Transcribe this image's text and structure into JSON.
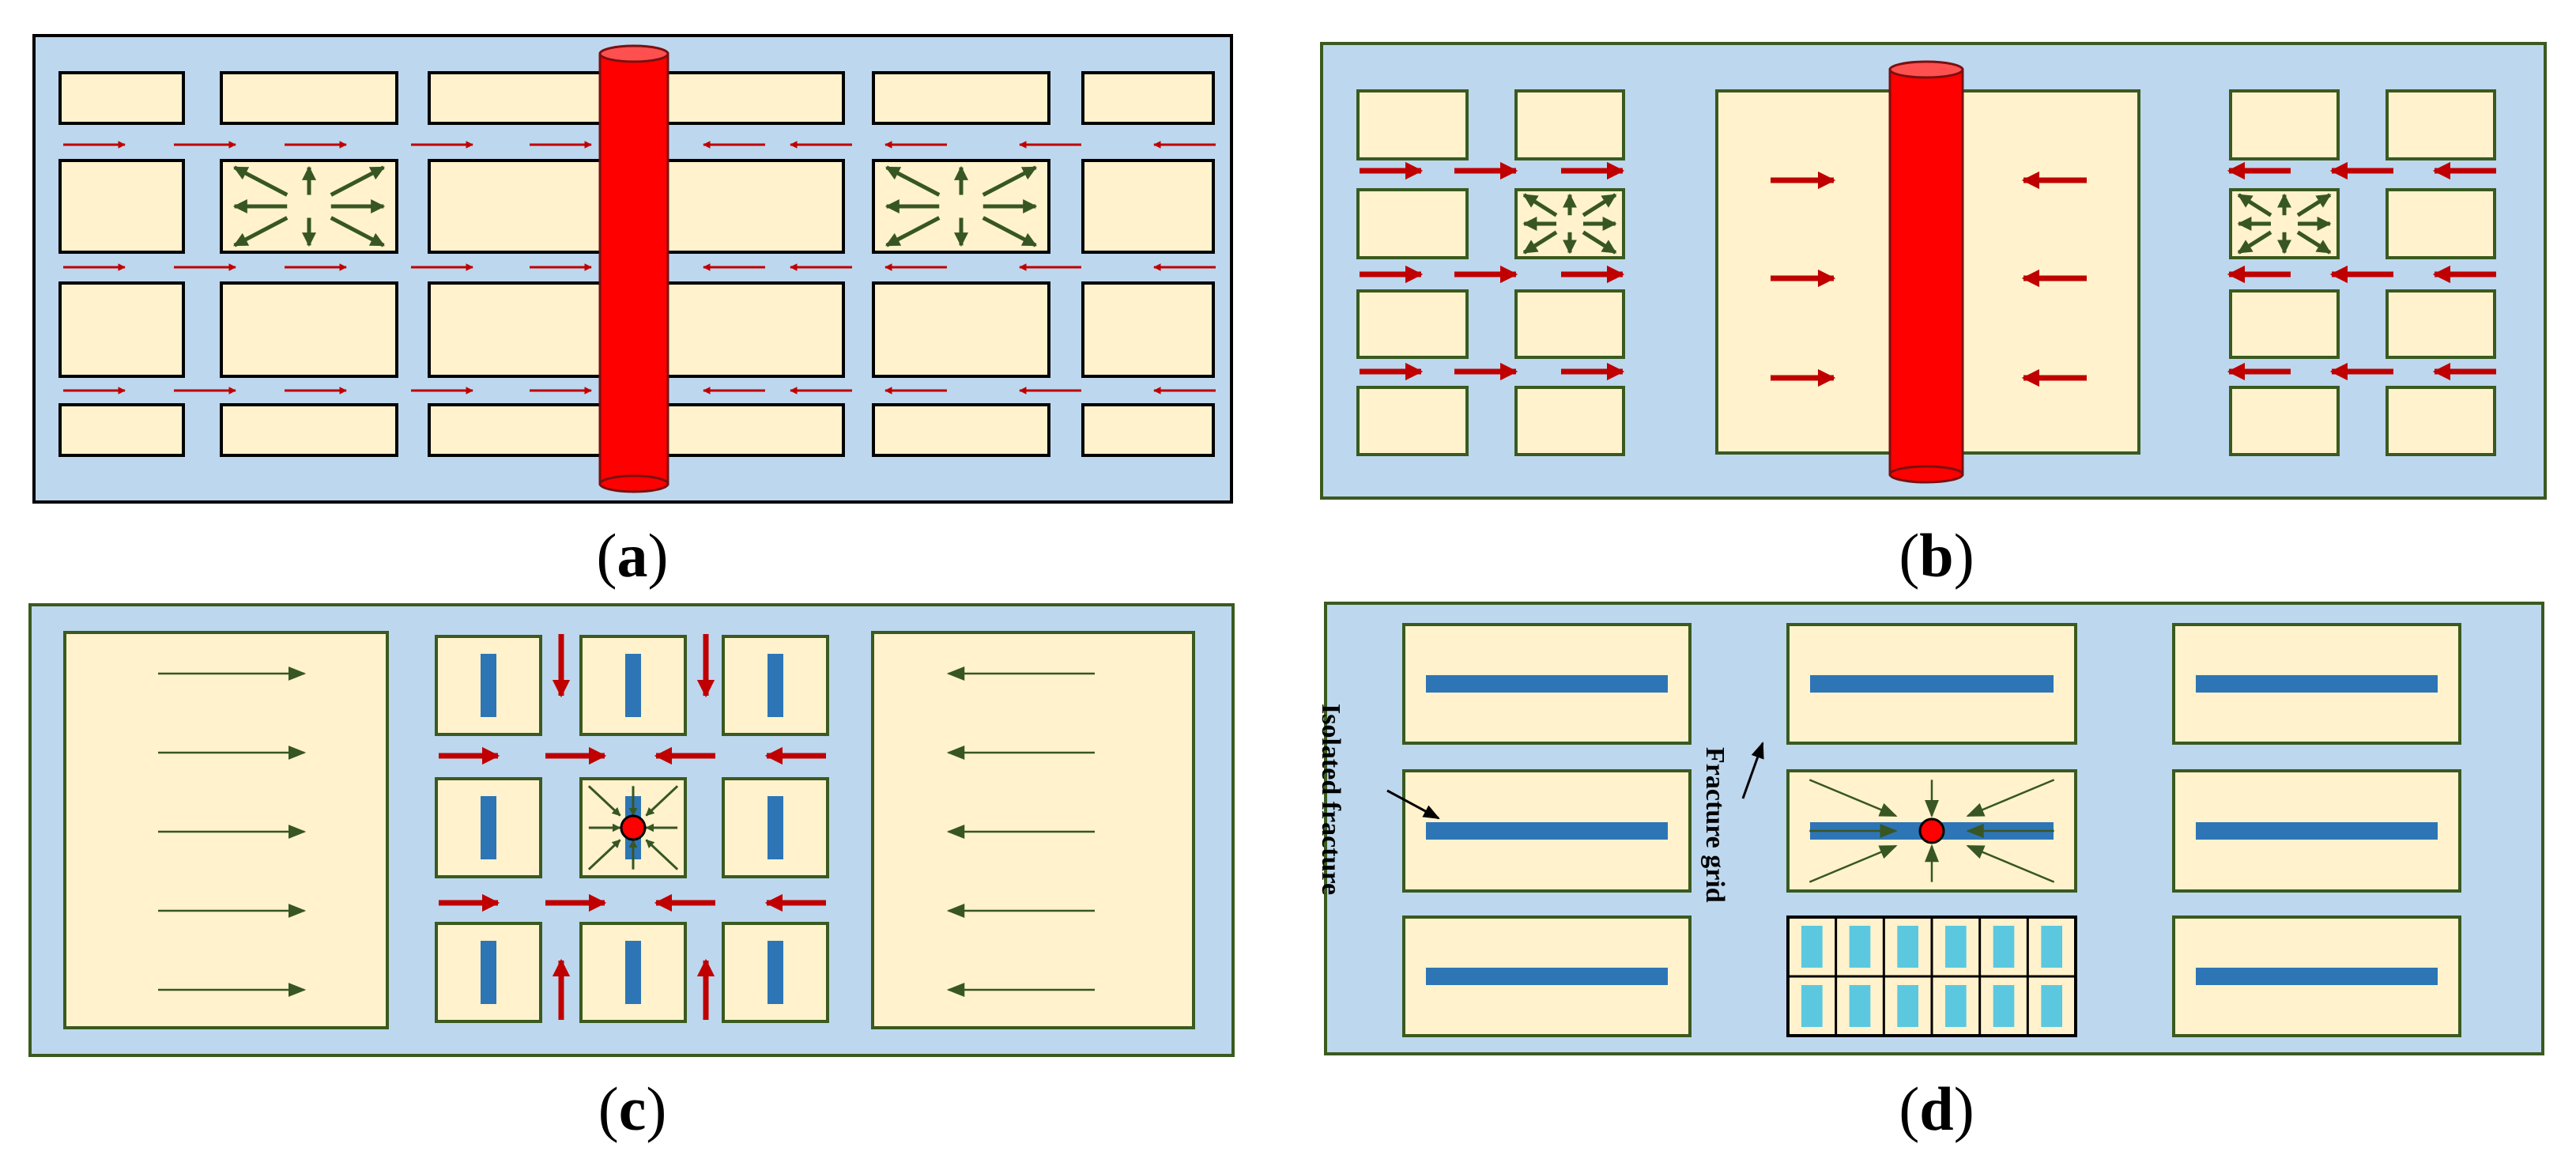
{
  "colors": {
    "panel_bg": "#bdd7ee",
    "block": "#fff2cc",
    "red_arrow": "#c00000",
    "green_arrow": "#375623",
    "well": "#ff0000",
    "fracture": "#2e75b6",
    "fracture_light": "#5bc8e0",
    "border_dark": "#000000",
    "border_green": "#3a5a1f"
  },
  "panels": [
    {
      "id": "a",
      "caption_open": "(",
      "caption_letter": "a",
      "caption_close": ")"
    },
    {
      "id": "b",
      "caption_open": "(",
      "caption_letter": "b",
      "caption_close": ")"
    },
    {
      "id": "c",
      "caption_open": "(",
      "caption_letter": "c",
      "caption_close": ")"
    },
    {
      "id": "d",
      "caption_open": "(",
      "caption_letter": "d",
      "caption_close": ")"
    }
  ],
  "labels": {
    "isolated_fracture": "Isolated fracture",
    "fracture_grid": "Fracture grid"
  }
}
